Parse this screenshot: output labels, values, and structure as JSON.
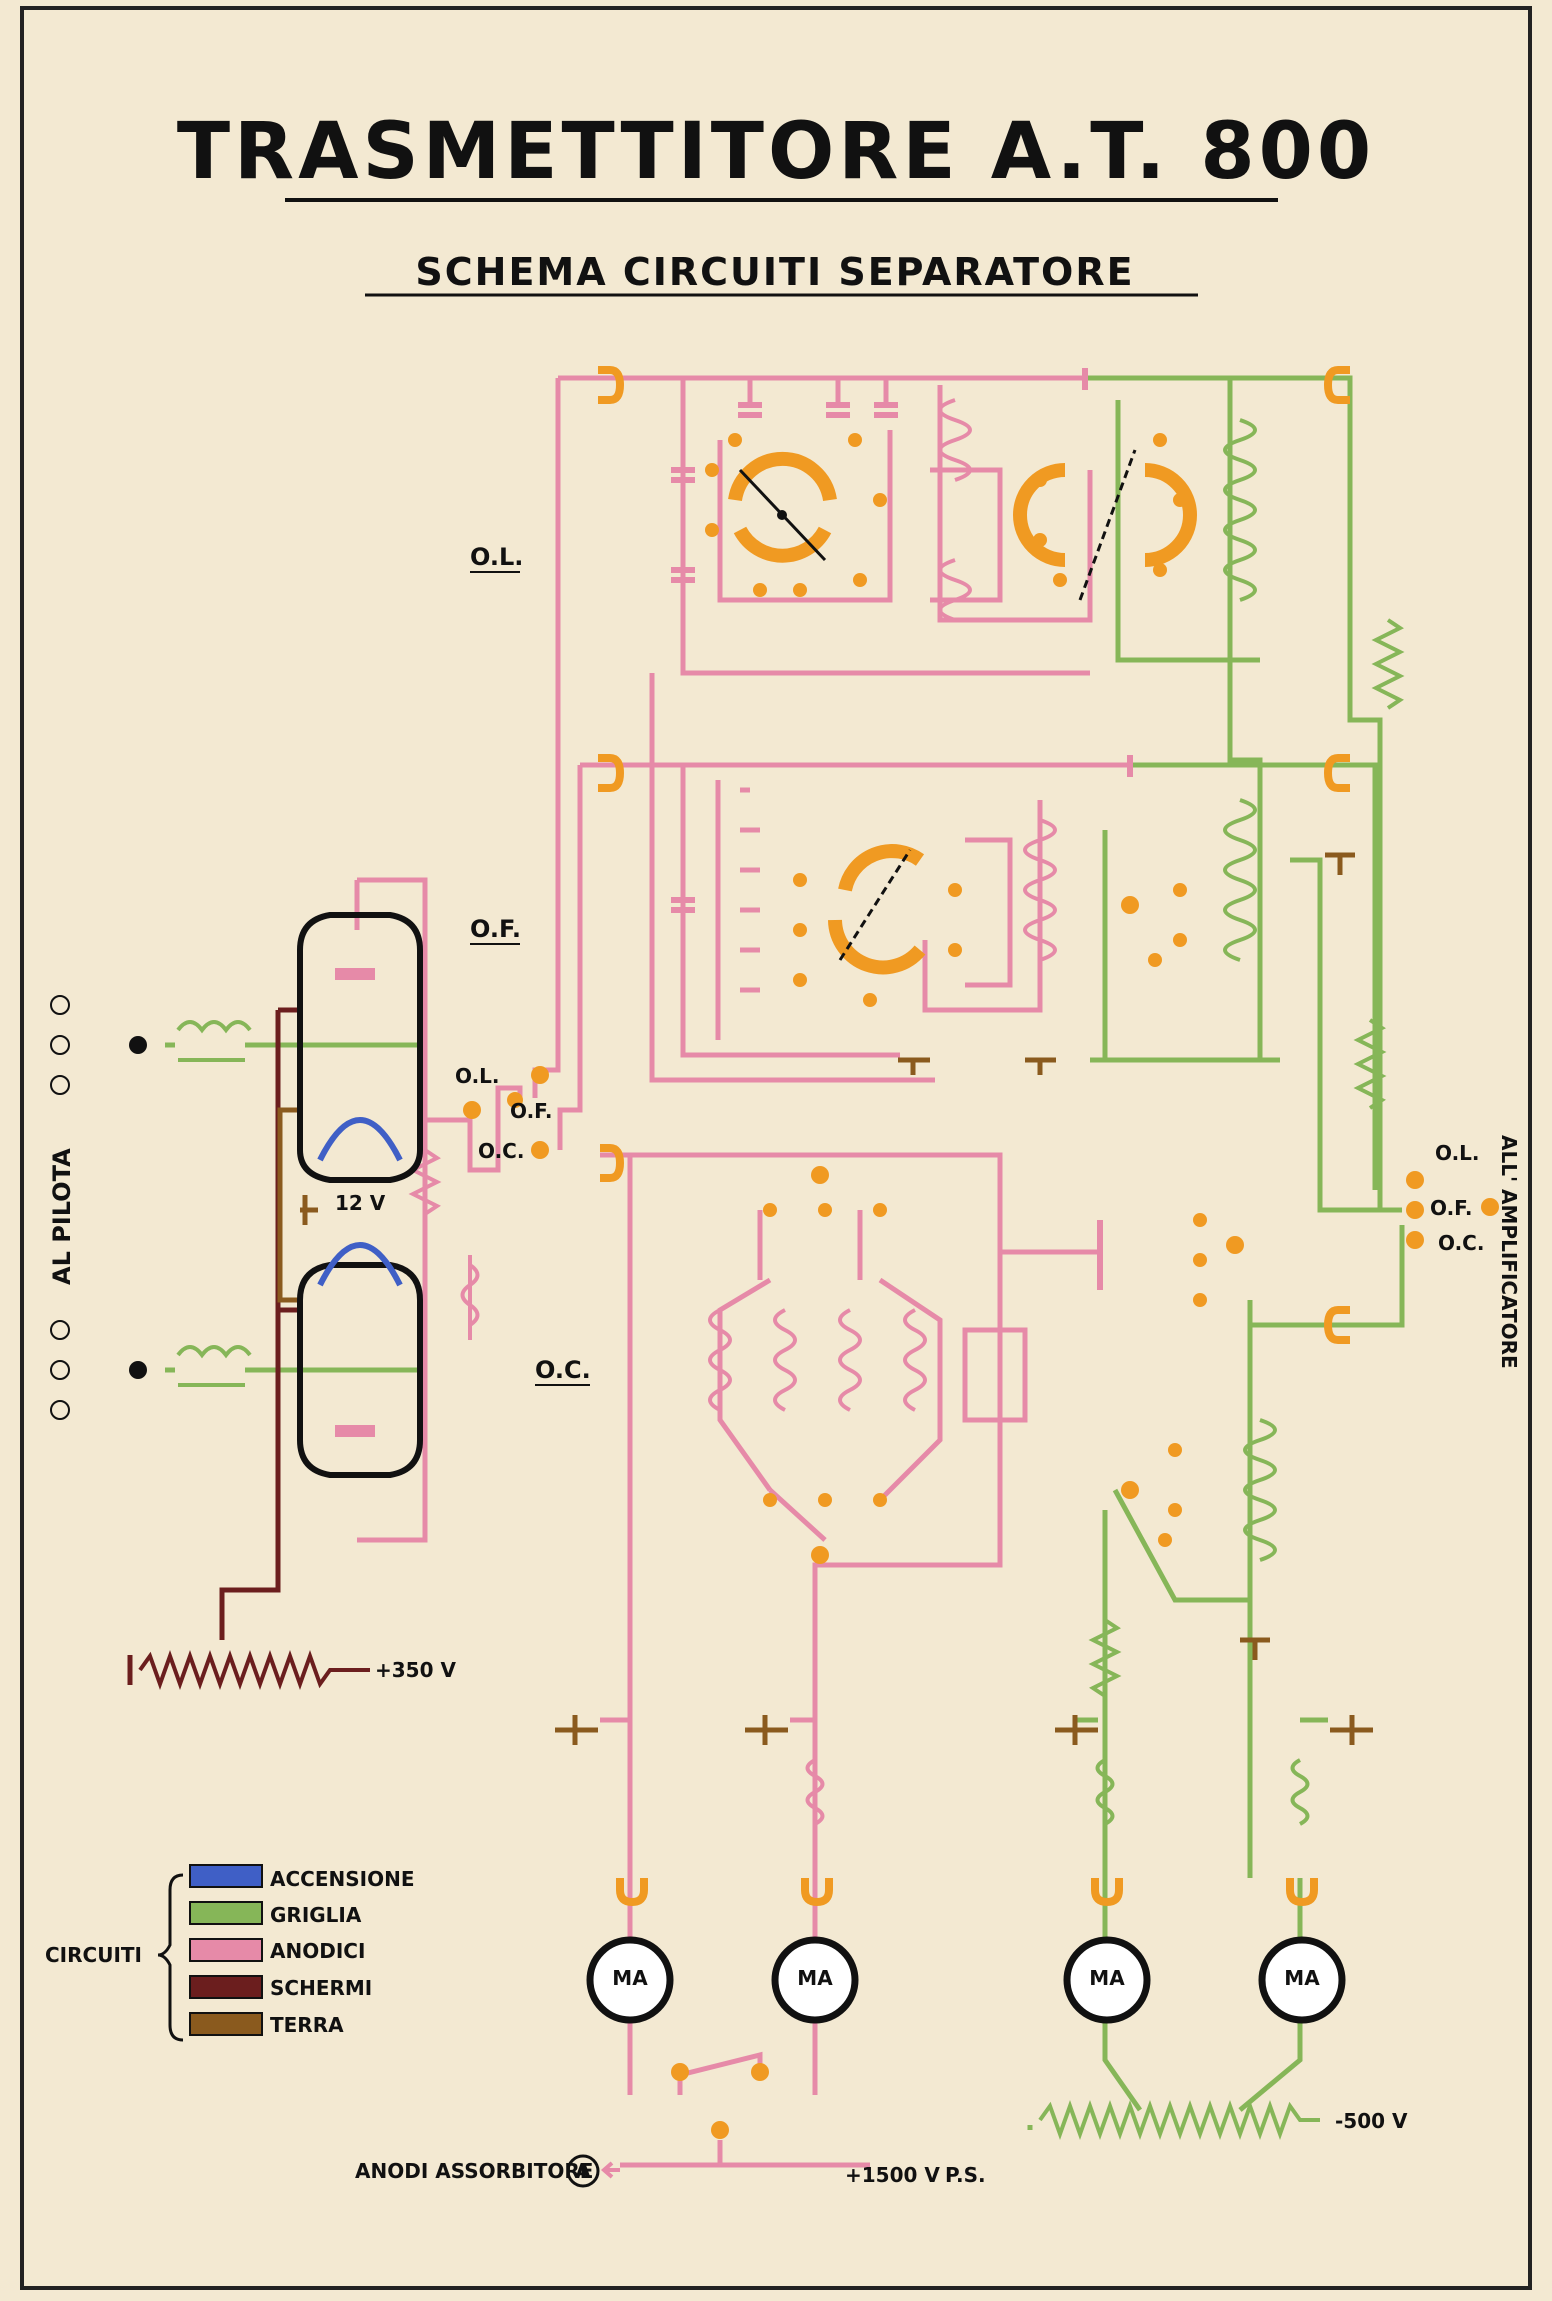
{
  "title": "TRASMETTITORE A.T. 800",
  "subtitle": "SCHEMA CIRCUITI SEPARATORE",
  "colors": {
    "accensione": "#3f5fc6",
    "griglia": "#86b658",
    "anodici": "#e68aa8",
    "schermi": "#6b1e1e",
    "terra": "#8a5a1e",
    "contacts": "#f09a22",
    "outline": "#111111"
  },
  "labels": {
    "band_ol": "O.L.",
    "band_of": "O.F.",
    "band_oc": "O.C.",
    "switch_ol": "O.L.",
    "switch_of": "O.F.",
    "switch_oc": "O.C.",
    "out_ol": "O.L.",
    "out_of": "O.F.",
    "out_oc": "O.C.",
    "al_pilota": "AL PILOTA",
    "all_amplificatore": "ALL' AMPLIFICATORE",
    "heater_voltage": "12 V",
    "screen_voltage": "+350 V",
    "anode_voltage": "+1500 V",
    "anode_voltage_note": "P.S.",
    "bias_voltage": "-500 V",
    "anodi_assorbitore": "ANODI ASSORBITORE",
    "assorbitore_marker": "A",
    "meter_label": "MA"
  },
  "legend": {
    "group_label": "CIRCUITI",
    "items": [
      {
        "label": "ACCENSIONE",
        "color": "#3f5fc6"
      },
      {
        "label": "GRIGLIA",
        "color": "#86b658"
      },
      {
        "label": "ANODICI",
        "color": "#e68aa8"
      },
      {
        "label": "SCHERMI",
        "color": "#6b1e1e"
      },
      {
        "label": "TERRA",
        "color": "#8a5a1e"
      }
    ]
  }
}
